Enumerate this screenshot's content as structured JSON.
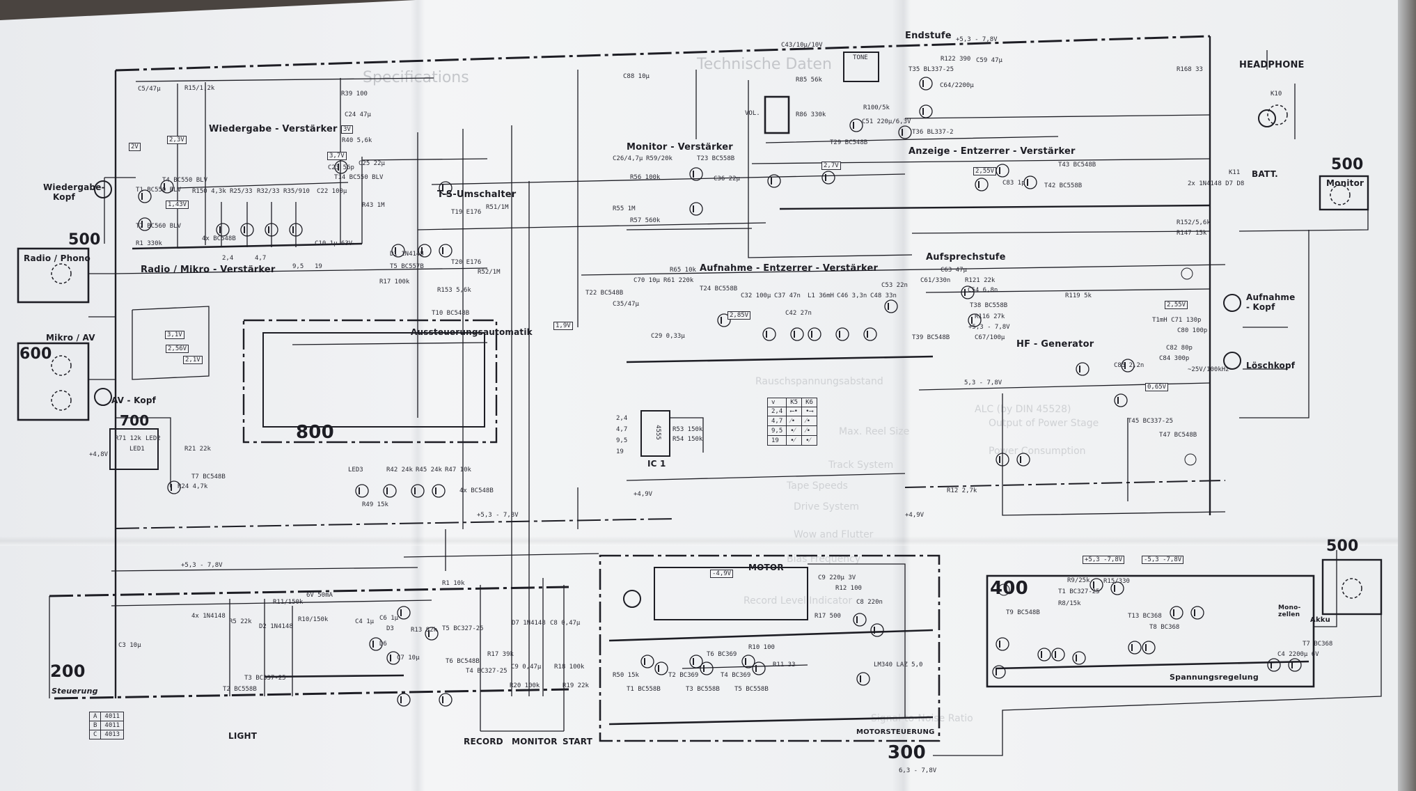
{
  "sections": {
    "wiedergabe_verstaerker": "Wiedergabe - Verstärker",
    "wiedergabe_kopf": "Wiedergabe-Kopf",
    "radio_phono": "Radio / Phono",
    "radio_phono_num": "500",
    "radio_mikro_verstaerker": "Radio / Mikro - Verstärker",
    "mikro_av": "Mikro / AV",
    "mikro_av_num": "600",
    "av_kopf": "AV - Kopf",
    "led_module_num": "700",
    "alc_module_num": "800",
    "aussteuerungsautomatik": "Aussteuerungsautomatik",
    "ts_umschalter": "T-S-Umschalter",
    "monitor_verstaerker": "Monitor - Verstärker",
    "technische_daten": "Technische Daten",
    "specifications": "Specifications",
    "endstufe": "Endstufe",
    "headphone": "HEADPHONE",
    "anzeige_entzerrer": "Anzeige - Entzerrer - Verstärker",
    "batt": "BATT.",
    "monitor_socket_num": "500",
    "monitor_socket": "Monitor",
    "aufnahme_entzerrer": "Aufnahme - Entzerrer - Verstärker",
    "aufsprechstufe": "Aufsprechstufe",
    "aufnahme_kopf": "Aufnahme - Kopf",
    "hf_generator": "HF - Generator",
    "loeschkopf": "Löschkopf",
    "ic1": "IC 1",
    "motor": "MOTOR",
    "motor_module_num": "300",
    "motorsteuerung": "MOTORSTEUERUNG",
    "power_module_num": "400",
    "spannungsregelung": "Spannungsregelung",
    "power_socket_num": "500",
    "akku": "Akku",
    "monozellen": "Mono-zellen",
    "control_module_num": "200",
    "steuerung": "Steuerung",
    "light": "LIGHT",
    "record": "RECORD",
    "monitor": "MONITOR",
    "start": "START",
    "vol": "VOL.",
    "tone": "TONE"
  },
  "supply_labels": [
    "+5,3 - 7,8V",
    "+5,3 - 7,8V",
    "+5,3 - 7,8V",
    "+4,9V",
    "+4,9V",
    "+5,3 - 7,8V",
    "+4,8V",
    "5,3 - 7,8V",
    "6,3 - 7,8V"
  ],
  "voltage_tags": [
    "2V",
    "2,3V",
    "1,43V",
    "3V",
    "3,7V",
    "3,1V",
    "2,56V",
    "2,1V",
    "2,7V",
    "2,55V",
    "2,85V",
    "1,9V",
    "2,55V",
    "0,65V",
    "-4,9V",
    "+5,3 -7,8V",
    "-5,3 -7,8V"
  ],
  "components": [
    "C5/47µ",
    "R15/1,2k",
    "R39 100",
    "C24 47µ",
    "R40 5,6k",
    "C23 56p",
    "C25 22µ",
    "T14 BC550 BLV",
    "T1 BC550 BLV",
    "T4 BC550 BLV",
    "R150 4,3k",
    "C22 100µ",
    "R43 1M",
    "T7 BC560 BLV",
    "R1 330k",
    "4x BC548B",
    "R25/33",
    "R32/33",
    "R35/910",
    "C10 1µ 63V",
    "D1 1N4148",
    "T5 BC557B",
    "R17 100k",
    "R153 5,6k",
    "T10 BC548B",
    "T19 E176",
    "T20 E176",
    "R51/1M",
    "R52/1M",
    "C88 10µ",
    "C26/4,7µ",
    "R59/20k",
    "T23 BC558B",
    "C36 22µ",
    "R56 100k",
    "R57 560k",
    "R55 1M",
    "C43/10µ/10V",
    "R85 56k",
    "R86 330k",
    "T29 BC548B",
    "R100/5k",
    "C51 220µ/6,3V",
    "T35 BL337-25",
    "T36 BL337-2",
    "C64/2200µ",
    "R122 390",
    "C59 47µ",
    "R168 33",
    "K10",
    "K11",
    "2x 1N4148 D7 D8",
    "R152/5,6k",
    "R147 15k",
    "C83 1p",
    "T42 BC558B",
    "T43 BC548B",
    "C70 10µ",
    "R61 220k",
    "R65 10k",
    "T24 BC558B",
    "C35/47µ",
    "T22 BC548B",
    "C29 0,33µ",
    "C32 100µ",
    "C37 47n",
    "C42 27n",
    "L1 36mH",
    "C46 3,3n",
    "C48 33n",
    "C53 22n",
    "C54 6,8n",
    "R116 27k",
    "C61/330n",
    "C63 47µ",
    "R121 22k",
    "T38 BC558B",
    "C67/100µ",
    "T39 BC548B",
    "R119 5k",
    "T1mH C71 130p",
    "C80 100p",
    "C82 80p",
    "C84 300p",
    "~25V/100kHz",
    "C85 2,2n",
    "T45 BC337-25",
    "T47 BC548B",
    "6V 50mA",
    "R11/150k",
    "R10/150k",
    "C4 1µ",
    "C6 1µ",
    "D3",
    "D6",
    "R13 82k",
    "C7 10µ",
    "4x 1N4148",
    "T2 BC558B",
    "T3 BC337-25",
    "R5 22k",
    "D2 1N4148",
    "C3 10µ",
    "R1 10k",
    "T5 BC327-25",
    "T6 BC548B",
    "T4 BC327-25",
    "R17 39k",
    "D7 1N4148",
    "C8 0,47µ",
    "C9 0,47µ",
    "R18 100k",
    "R20 100k",
    "R19 22k",
    "R21 22k",
    "T7 BC548B",
    "R24 4,7k",
    "R71 12k",
    "LED1",
    "LED2",
    "LED3",
    "R42 24k",
    "R45 24k",
    "R47 10k",
    "R49 15k",
    "4x BC548B",
    "R50 15k",
    "T1 BC558B",
    "T2 BC369",
    "T3 BC558B",
    "T4 BC369",
    "T5 BC558B",
    "T6 BC369",
    "R10 100",
    "R11 33",
    "R12 100",
    "C9 220µ 3V",
    "C8 220n",
    "R17 500",
    "LM340 LAZ 5,0",
    "T9 BC548B",
    "T1 BC327-25",
    "R8/15k",
    "R9/25k",
    "R15/330",
    "T13 BC368",
    "C4 2200µ 6V",
    "T7 BC368",
    "T8 BC368",
    "R12 2,7k"
  ],
  "ic1_pins": [
    "2,4",
    "4,7",
    "9,5",
    "19"
  ],
  "ic1_parts": [
    "R53 150k",
    "R54 150k",
    "4555"
  ],
  "speed_table": {
    "headers": [
      "v",
      "K5",
      "K6"
    ],
    "rows": [
      "2,4",
      "4,7",
      "9,5",
      "19"
    ]
  },
  "speed_outputs": [
    "2,4",
    "4,7",
    "9,5",
    "19"
  ],
  "gate_table": [
    [
      "A",
      "4011"
    ],
    [
      "B",
      "4011"
    ],
    [
      "C",
      "4013"
    ]
  ],
  "ghost_text": [
    "Rauschspannungsabstand",
    "Signal-to-Noise Ratio",
    "ALC (by DIN 45528)",
    "Output of Power Stage",
    "Power Consumption",
    "Max. Reel Size",
    "Track System",
    "Tape Speeds",
    "Drive System",
    "Wow and Flutter",
    "Bias Frequency",
    "Record Level Indicator"
  ],
  "colors": {
    "paper": "#eceef0",
    "ink": "#1d1d24",
    "fabric": "#4a4440"
  }
}
